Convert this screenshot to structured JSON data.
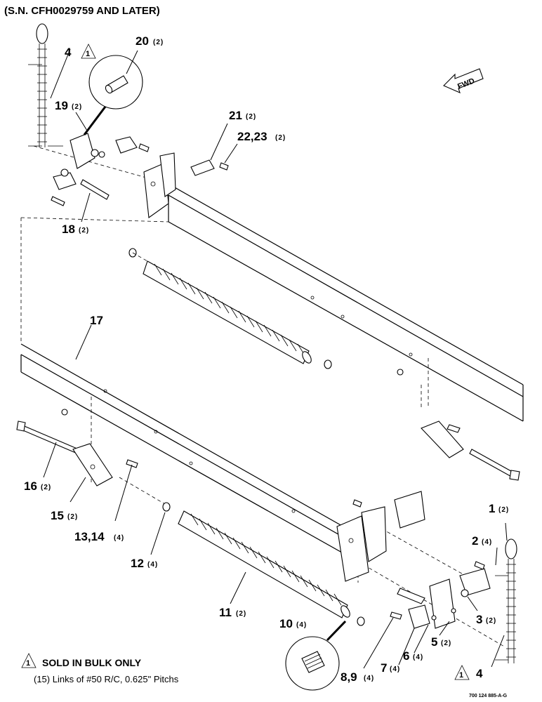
{
  "header": {
    "serial_note": "(S.N. CFH0029759 AND LATER)"
  },
  "direction": {
    "label": "FWD"
  },
  "callouts": [
    {
      "num": "20",
      "qty": "(2)"
    },
    {
      "num": "4",
      "qty": ""
    },
    {
      "num": "19",
      "qty": "(2)"
    },
    {
      "num": "21",
      "qty": "(2)"
    },
    {
      "num": "22,23",
      "qty": "(2)"
    },
    {
      "num": "18",
      "qty": "(2)"
    },
    {
      "num": "17",
      "qty": ""
    },
    {
      "num": "16",
      "qty": "(2)"
    },
    {
      "num": "15",
      "qty": "(2)"
    },
    {
      "num": "13,14",
      "qty": "(4)"
    },
    {
      "num": "12",
      "qty": "(4)"
    },
    {
      "num": "11",
      "qty": "(2)"
    },
    {
      "num": "10",
      "qty": "(4)"
    },
    {
      "num": "8,9",
      "qty": "(4)"
    },
    {
      "num": "7",
      "qty": "(4)"
    },
    {
      "num": "6",
      "qty": "(4)"
    },
    {
      "num": "5",
      "qty": "(2)"
    },
    {
      "num": "3",
      "qty": "(2)"
    },
    {
      "num": "2",
      "qty": "(4)"
    },
    {
      "num": "1",
      "qty": "(2)"
    },
    {
      "num": "4",
      "qty": ""
    }
  ],
  "flag": {
    "symbol": "1"
  },
  "legend": {
    "flag_symbol": "1",
    "title": "SOLD IN BULK ONLY",
    "detail": "(15) Links of #50 R/C, 0.625\" Pitchs"
  },
  "drawing_code": "700 124 885-A-G"
}
